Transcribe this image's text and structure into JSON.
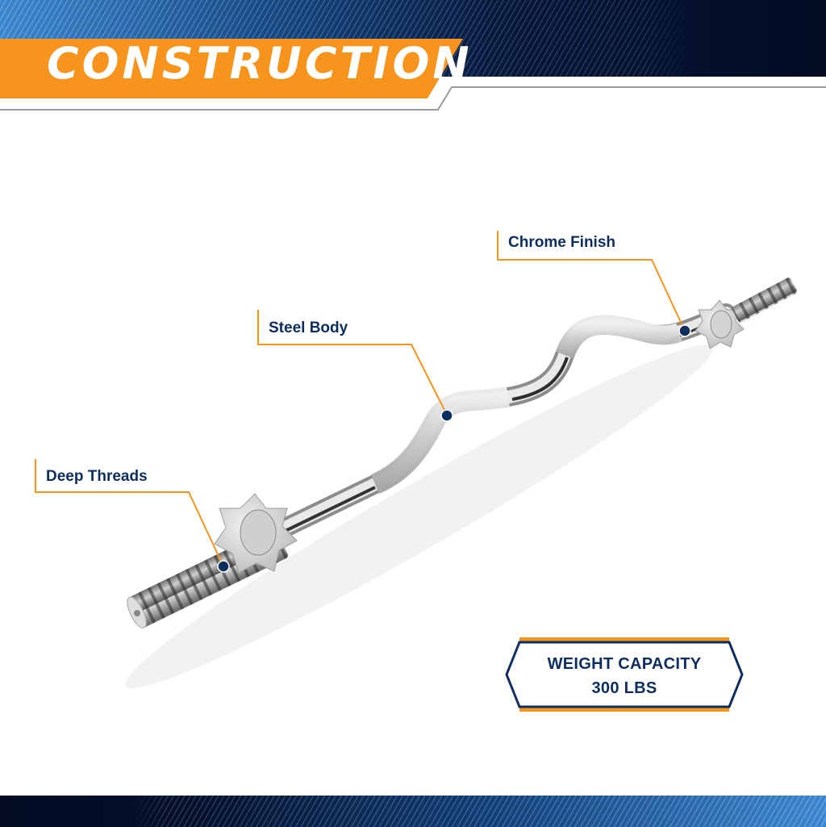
{
  "header": {
    "title": "CONSTRUCTION"
  },
  "callouts": [
    {
      "label": "Chrome Finish"
    },
    {
      "label": "Steel Body"
    },
    {
      "label": "Deep Threads"
    }
  ],
  "capacity_badge": {
    "line1": "WEIGHT CAPACITY",
    "line2": "300 LBS"
  },
  "colors": {
    "accent_orange": "#f7941d",
    "navy": "#0d2d5e",
    "dark_navy": "#020c24",
    "blue": "#2f7ec4"
  }
}
